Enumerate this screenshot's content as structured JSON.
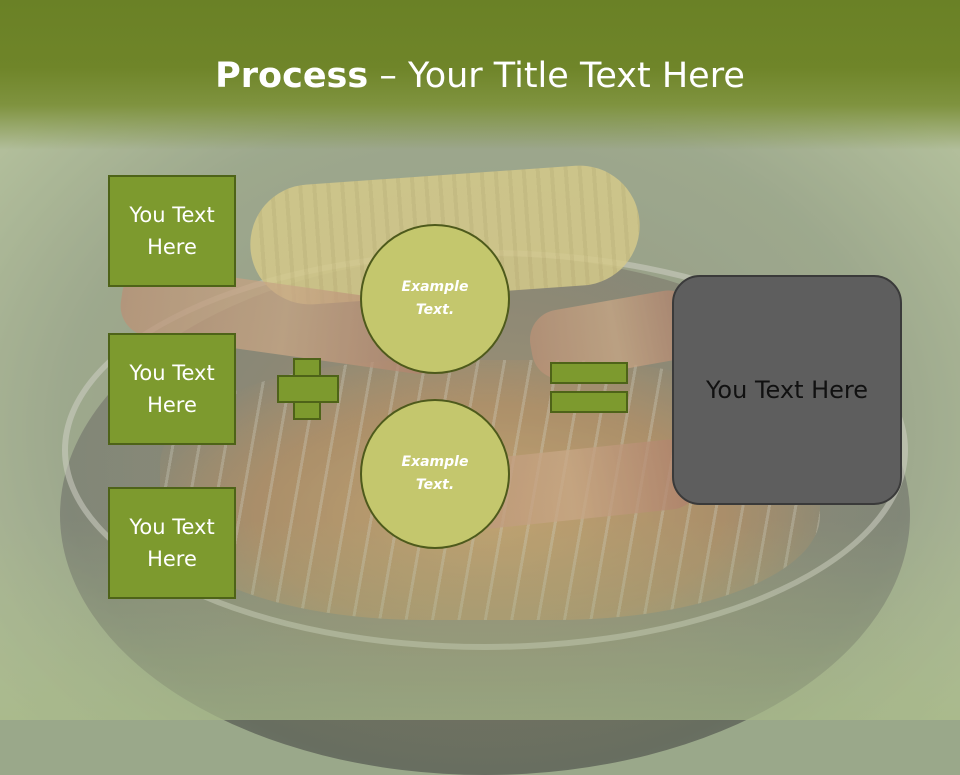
{
  "header": {
    "title_bold": "Process",
    "title_rest": " – Your Title Text Here"
  },
  "left_boxes": [
    {
      "label": "You Text Here"
    },
    {
      "label": "You Text Here"
    },
    {
      "label": "You Text Here"
    }
  ],
  "circles": [
    {
      "label": "Example Text."
    },
    {
      "label": "Example Text."
    }
  ],
  "result_box": {
    "label": "You Text Here"
  },
  "icons": {
    "plus": "plus-icon",
    "equals": "equals-icon"
  },
  "colors": {
    "title_band": "#6f8529",
    "box_fill": "#7d9a2e",
    "circle_fill": "#c4c76d",
    "result_fill": "#5e5e5e"
  }
}
